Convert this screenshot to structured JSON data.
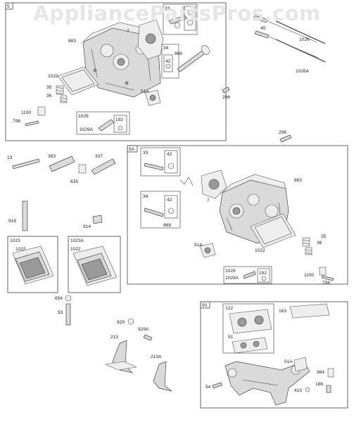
{
  "watermark": "AppliancePartsPros.com",
  "sections": {
    "s5": "5",
    "s5a": "5A",
    "s50": "50",
    "s1023": "1023",
    "s1023a": "1023A"
  },
  "labels": {
    "l7a": "7",
    "l883a": "883",
    "l33a": "33",
    "l2a": "2",
    "l34a": "34",
    "l868a": "868",
    "l42a": "42",
    "l1022a": "1022",
    "l35a": "35",
    "l36a": "36",
    "l51aa": "51A",
    "l1100a": "1100",
    "l798a": "798",
    "l1029a": "1029",
    "l1029aa": "1029A",
    "l192a": "192",
    "l45": "45",
    "l1026": "1026",
    "l1026a": "1026A",
    "l296a": "296",
    "l296b": "296",
    "l13": "13",
    "l383": "383",
    "l337": "337",
    "l635": "635",
    "l918": "918",
    "l914": "914",
    "l33b": "33",
    "l42b": "42",
    "l34b": "34",
    "l42c": "42",
    "l868b": "868",
    "l7b": "7",
    "l883b": "883",
    "l51ab": "51A",
    "l1022b": "1022",
    "l35b": "35",
    "l36b": "36",
    "l1029b": "1029",
    "l1029ab": "1029A",
    "l192b": "192",
    "l1100b": "1100",
    "l798b": "798",
    "l1022c": "1022",
    "l1022d": "1022",
    "l654": "654",
    "l53": "53",
    "l929": "929",
    "l929a": "929A",
    "l213": "213",
    "l213a": "213A",
    "l122": "122",
    "l163": "163",
    "l51": "51",
    "l51ac": "51A",
    "l964": "964",
    "l54": "54",
    "l415": "415",
    "l186": "186"
  }
}
